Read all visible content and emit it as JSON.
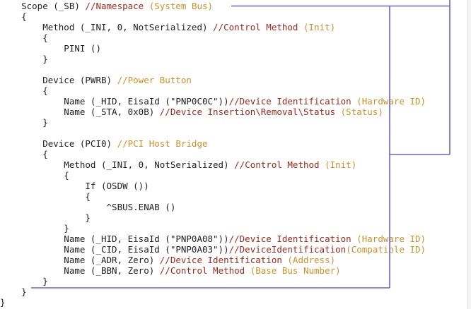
{
  "colors": {
    "code": "#1e1e1e",
    "comment_red": "#a1281b",
    "comment_orange": "#d09026",
    "bracket_line": "#6a63c8",
    "background": "#ffffff"
  },
  "code_lines": [
    {
      "id": "line-scope",
      "segments": [
        {
          "type": "code",
          "text": "    Scope (_SB) "
        },
        {
          "type": "comment-red",
          "text": "//Namespace "
        },
        {
          "type": "comment-orange",
          "text": "(System Bus)"
        }
      ]
    },
    {
      "id": "line-scope-open",
      "segments": [
        {
          "type": "code",
          "text": "    {"
        }
      ]
    },
    {
      "id": "line-method-ini",
      "segments": [
        {
          "type": "code",
          "text": "        Method (_INI, 0, NotSerialized) "
        },
        {
          "type": "comment-red",
          "text": "//Control Method "
        },
        {
          "type": "comment-orange",
          "text": "(Init)"
        }
      ]
    },
    {
      "id": "line-method-open",
      "segments": [
        {
          "type": "code",
          "text": "        {"
        }
      ]
    },
    {
      "id": "line-pini",
      "segments": [
        {
          "type": "code",
          "text": "            PINI ()"
        }
      ]
    },
    {
      "id": "line-method-close",
      "segments": [
        {
          "type": "code",
          "text": "        }"
        }
      ]
    },
    {
      "id": "line-blank-1",
      "segments": [
        {
          "type": "code",
          "text": ""
        }
      ]
    },
    {
      "id": "line-device-pwrb",
      "segments": [
        {
          "type": "code",
          "text": "        Device (PWRB) "
        },
        {
          "type": "comment-orange",
          "text": "//Power Button"
        }
      ]
    },
    {
      "id": "line-pwrb-open",
      "segments": [
        {
          "type": "code",
          "text": "        {"
        }
      ]
    },
    {
      "id": "line-pwrb-hid",
      "segments": [
        {
          "type": "code",
          "text": "            Name (_HID, EisaId (\"PNP0C0C\"))"
        },
        {
          "type": "comment-red",
          "text": "//Device Identification "
        },
        {
          "type": "comment-orange",
          "text": "(Hardware ID)"
        }
      ]
    },
    {
      "id": "line-pwrb-sta",
      "segments": [
        {
          "type": "code",
          "text": "            Name (_STA, 0x0B) "
        },
        {
          "type": "comment-red",
          "text": "//Device Insertion\\Removal\\Status "
        },
        {
          "type": "comment-orange",
          "text": "(Status)"
        }
      ]
    },
    {
      "id": "line-pwrb-close",
      "segments": [
        {
          "type": "code",
          "text": "        }"
        }
      ]
    },
    {
      "id": "line-blank-2",
      "segments": [
        {
          "type": "code",
          "text": ""
        }
      ]
    },
    {
      "id": "line-device-pci0",
      "segments": [
        {
          "type": "code",
          "text": "        Device (PCI0) "
        },
        {
          "type": "comment-orange",
          "text": "//PCI Host Bridge"
        }
      ]
    },
    {
      "id": "line-pci0-open",
      "segments": [
        {
          "type": "code",
          "text": "        {"
        }
      ]
    },
    {
      "id": "line-pci0-method",
      "segments": [
        {
          "type": "code",
          "text": "            Method (_INI, 0, NotSerialized) "
        },
        {
          "type": "comment-red",
          "text": "//Control Method "
        },
        {
          "type": "comment-orange",
          "text": "(Init)"
        }
      ]
    },
    {
      "id": "line-pci0-method-open",
      "segments": [
        {
          "type": "code",
          "text": "            {"
        }
      ]
    },
    {
      "id": "line-if-osdw",
      "segments": [
        {
          "type": "code",
          "text": "                If (OSDW ())"
        }
      ]
    },
    {
      "id": "line-if-open",
      "segments": [
        {
          "type": "code",
          "text": "                {"
        }
      ]
    },
    {
      "id": "line-sbus-enab",
      "segments": [
        {
          "type": "code",
          "text": "                    ^SBUS.ENAB ()"
        }
      ]
    },
    {
      "id": "line-if-close",
      "segments": [
        {
          "type": "code",
          "text": "                }"
        }
      ]
    },
    {
      "id": "line-pci0-method-close",
      "segments": [
        {
          "type": "code",
          "text": "            }"
        }
      ]
    },
    {
      "id": "line-pci0-hid",
      "segments": [
        {
          "type": "code",
          "text": "            Name (_HID, EisaId (\"PNP0A08\"))"
        },
        {
          "type": "comment-red",
          "text": "//Device Identification "
        },
        {
          "type": "comment-orange",
          "text": "(Hardware ID)"
        }
      ]
    },
    {
      "id": "line-pci0-cid",
      "segments": [
        {
          "type": "code",
          "text": "            Name (_CID, EisaId (\"PNP0A03\"))"
        },
        {
          "type": "comment-red",
          "text": "//DeviceIdentification"
        },
        {
          "type": "comment-orange",
          "text": "(Compatible ID)"
        }
      ]
    },
    {
      "id": "line-pci0-adr",
      "segments": [
        {
          "type": "code",
          "text": "            Name (_ADR, Zero) "
        },
        {
          "type": "comment-red",
          "text": "//Device Identification "
        },
        {
          "type": "comment-orange",
          "text": "(Address)"
        }
      ]
    },
    {
      "id": "line-pci0-bbn",
      "segments": [
        {
          "type": "code",
          "text": "            Name (_BBN, Zero) "
        },
        {
          "type": "comment-red",
          "text": "//Control Method "
        },
        {
          "type": "comment-orange",
          "text": "(Base Bus Number)"
        }
      ]
    },
    {
      "id": "line-pci0-close",
      "segments": [
        {
          "type": "code",
          "text": "        }"
        }
      ]
    },
    {
      "id": "line-scope-close",
      "segments": [
        {
          "type": "code",
          "text": "    }"
        }
      ]
    },
    {
      "id": "line-outer-close",
      "segments": [
        {
          "type": "code",
          "text": "}"
        }
      ]
    }
  ]
}
